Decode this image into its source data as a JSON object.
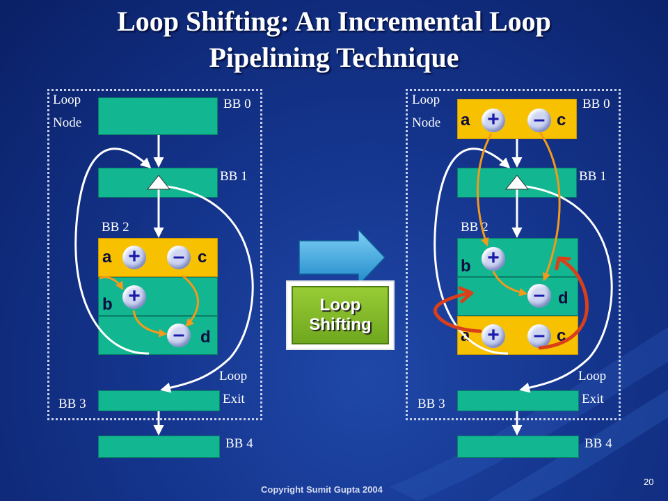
{
  "title": {
    "line1": "Loop Shifting: An Incremental Loop",
    "line2": "Pipelining Technique"
  },
  "left_diagram": {
    "loop_node_label": [
      "Loop",
      "Node"
    ],
    "loop_exit_label": [
      "Loop",
      "Exit"
    ],
    "bb_labels": [
      "BB 0",
      "BB 1",
      "BB 2",
      "BB 3",
      "BB 4"
    ],
    "ops": {
      "var_a": "a",
      "var_c": "c",
      "var_b": "b",
      "var_d": "d",
      "add1": "+",
      "sub1": "–",
      "add2": "+",
      "sub2": "–"
    }
  },
  "right_diagram": {
    "loop_node_label": [
      "Loop",
      "Node"
    ],
    "loop_exit_label": [
      "Loop",
      "Exit"
    ],
    "bb_labels": [
      "BB 0",
      "BB 1",
      "BB 2",
      "BB 3",
      "BB 4"
    ],
    "ops": {
      "bb0_a": "a",
      "bb0_c": "c",
      "bb0_add": "+",
      "bb0_sub": "–",
      "var_b": "b",
      "var_d": "d",
      "add_b": "+",
      "sub_d": "–",
      "bot_a": "a",
      "bot_c": "c",
      "bot_add": "+",
      "bot_sub": "–"
    }
  },
  "transform_button": {
    "line1": "Loop",
    "line2": "Shifting"
  },
  "colors": {
    "basic_block": "#12b691",
    "highlight_block": "#f7c100",
    "dependency_arrow": "#f29a1c",
    "shift_arrow": "#d9401a",
    "background": "#14348c"
  },
  "footer": {
    "copyright": "Copyright Sumit Gupta 2004",
    "page_number": "20"
  }
}
